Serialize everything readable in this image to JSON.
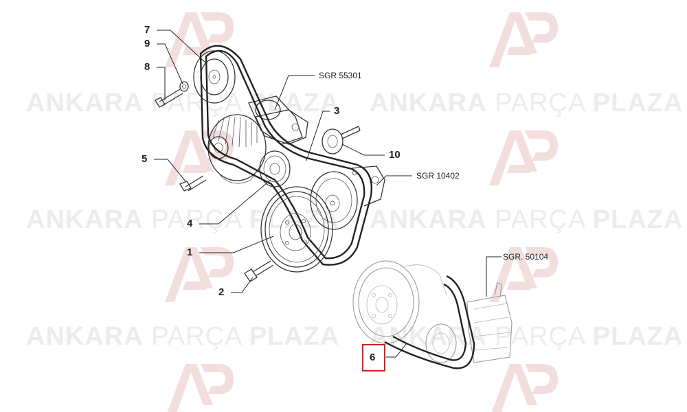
{
  "watermark": {
    "brand_bold": "ANKARA",
    "brand_light": "PARÇA",
    "brand_end": "PLAZA",
    "logo_color": "#f3dede",
    "text_color": "#ececec"
  },
  "callouts": {
    "c1": "1",
    "c2": "2",
    "c3": "3",
    "c4": "4",
    "c5": "5",
    "c6": "6",
    "c7": "7",
    "c8": "8",
    "c9": "9",
    "c10": "10"
  },
  "refs": {
    "r1": "SGR 55301",
    "r2": "SGR 10402",
    "r3": "SGR. 50104"
  },
  "highlight": {
    "target": "6",
    "color": "#cc2222"
  }
}
